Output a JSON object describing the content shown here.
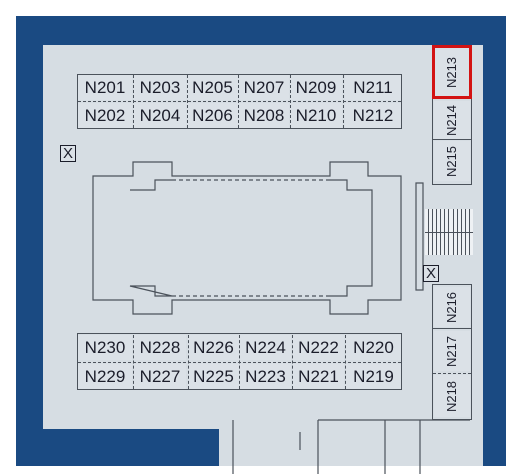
{
  "map": {
    "colors": {
      "background": "#1a4a82",
      "floor": "#d6dde3",
      "room": "#dbe1e7",
      "selected_outline": "#d31313",
      "lines": "#4b525b"
    },
    "top_rooms_row1": [
      "N201",
      "N203",
      "N205",
      "N207",
      "N209",
      "N211"
    ],
    "top_rooms_row2": [
      "N202",
      "N204",
      "N206",
      "N208",
      "N210",
      "N212"
    ],
    "bottom_rooms_row1": [
      "N230",
      "N228",
      "N226",
      "N224",
      "N222",
      "N220"
    ],
    "bottom_rooms_row2": [
      "N229",
      "N227",
      "N225",
      "N223",
      "N221",
      "N219"
    ],
    "side_rooms": [
      "N213",
      "N214",
      "N215",
      "N216",
      "N217",
      "N218"
    ],
    "selected_room": "N213",
    "exit_markers": [
      "X",
      "X"
    ]
  }
}
